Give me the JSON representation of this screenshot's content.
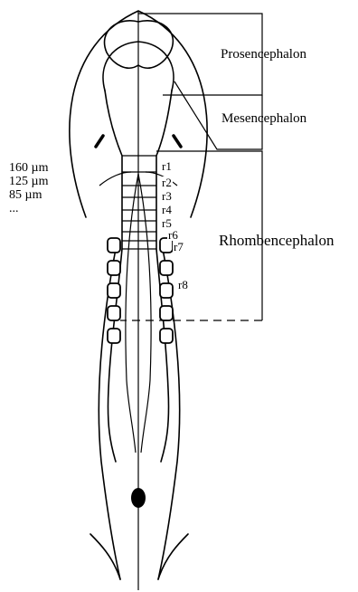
{
  "regions": {
    "prosencephalon": "Prosencephalon",
    "mesencephalon": "Mesencephalon",
    "rhombencephalon": "Rhombencephalon"
  },
  "rhombomeres": [
    "r1",
    "r2",
    "r3",
    "r4",
    "r5",
    "r6",
    "r7",
    "r8"
  ],
  "scale_list": [
    "160 µm",
    "125 µm",
    "85 µm",
    "..."
  ],
  "colors": {
    "line": "#000000",
    "background": "#ffffff"
  }
}
